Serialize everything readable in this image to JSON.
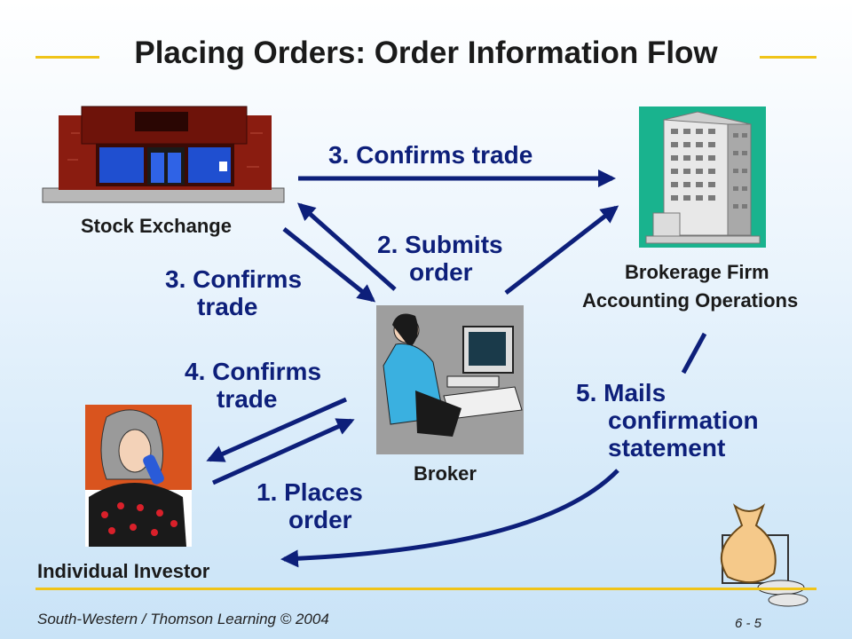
{
  "title": "Placing Orders: Order Information Flow",
  "nodes": {
    "exchange": "Stock Exchange",
    "brokerage_line1": "Brokerage Firm",
    "brokerage_line2": "Accounting Operations",
    "broker": "Broker",
    "investor": "Individual Investor"
  },
  "steps": {
    "confirm_top": "3. Confirms trade",
    "submit_l1": "2. Submits",
    "submit_l2": "order",
    "confirm_left_l1": "3. Confirms",
    "confirm_left_l2": "trade",
    "confirm4_l1": "4. Confirms",
    "confirm4_l2": "trade",
    "mails_l1": "5. Mails",
    "mails_l2": "confirmation",
    "mails_l3": "statement",
    "places_l1": "1. Places",
    "places_l2": "order"
  },
  "footer": {
    "credit": "South-Western / Thomson Learning © 2004",
    "page": "6 - 5"
  },
  "colors": {
    "arrow": "#0d1f7a",
    "accent_rule": "#f0c419"
  }
}
